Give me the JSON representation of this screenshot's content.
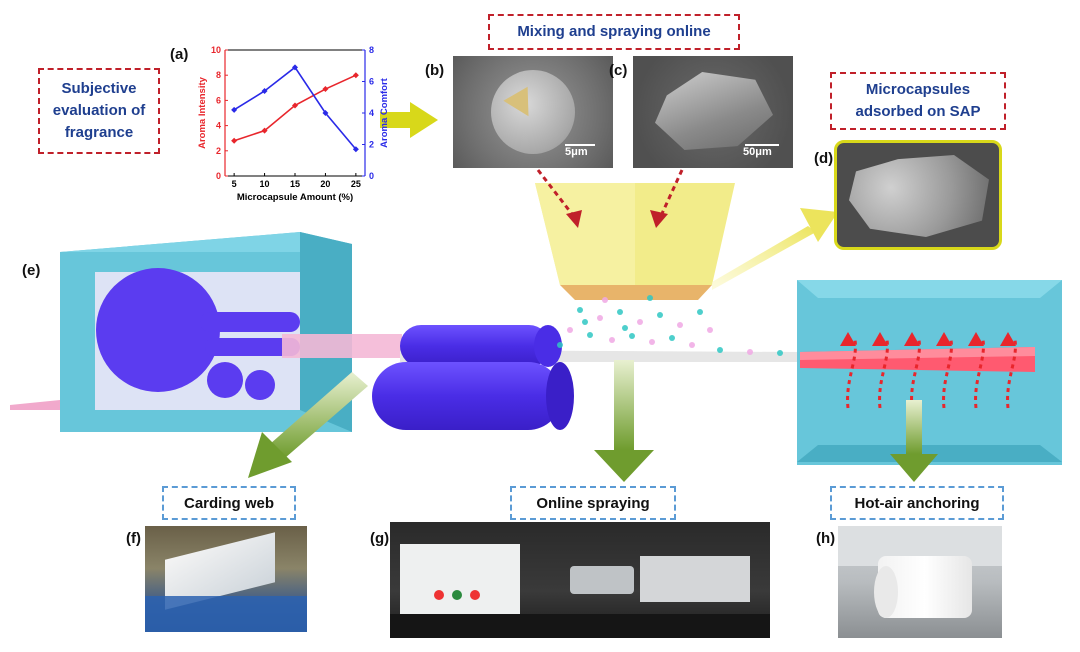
{
  "labels": {
    "subjective": "Subjective evaluation of fragrance",
    "mixing": "Mixing and spraying online",
    "microcapsules_sap": "Microcapsules adsorbed on SAP",
    "carding": "Carding web",
    "online_spraying": "Online spraying",
    "hot_air": "Hot-air anchoring"
  },
  "panels": {
    "a": "(a)",
    "b": "(b)",
    "c": "(c)",
    "d": "(d)",
    "e": "(e)",
    "f": "(f)",
    "g": "(g)",
    "h": "(h)"
  },
  "scale_bars": {
    "b": "5μm",
    "c": "50μm"
  },
  "colors": {
    "red_box": "#c0202a",
    "blue_box": "#5b9bd5",
    "machine_cyan": "#5fc3d8",
    "roller_purple": "#5b3cf0",
    "hopper_yellow": "#f2ec8a",
    "arrow_green": "#7aa63c",
    "heat_red": "#e8262c"
  },
  "chart_data": {
    "type": "line",
    "x": [
      5,
      10,
      15,
      20,
      25
    ],
    "xticks": [
      "5",
      "10",
      "15",
      "20",
      "25"
    ],
    "xlabel": "Microcapsule Amount (%)",
    "ylabel_left": "Aroma Intensity",
    "ylabel_right": "Aroma Comfort",
    "ylim_left": [
      0,
      10
    ],
    "yticks_left": [
      "0",
      "2",
      "4",
      "6",
      "8",
      "10"
    ],
    "ylim_right": [
      0,
      8
    ],
    "yticks_right": [
      "0",
      "2",
      "4",
      "6",
      "8"
    ],
    "series": [
      {
        "axis": "left",
        "color": "#e8262c",
        "marker": "diamond",
        "values": [
          2.8,
          3.6,
          5.6,
          6.9,
          8.0
        ]
      },
      {
        "axis": "right",
        "color": "#2a2ae8",
        "marker": "diamond",
        "values": [
          4.2,
          5.4,
          6.9,
          4.0,
          1.7
        ]
      }
    ],
    "grid": false
  }
}
